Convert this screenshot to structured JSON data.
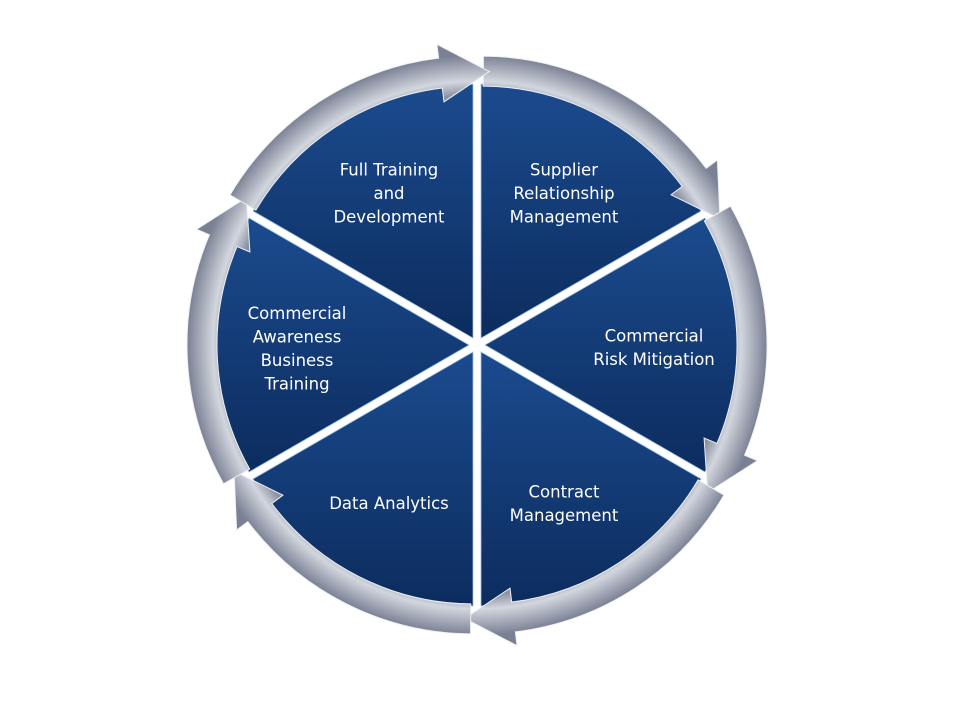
{
  "diagram": {
    "type": "cycle",
    "direction": "clockwise",
    "segments": [
      {
        "id": "supplier-relationship-management",
        "lines": [
          "Supplier",
          "Relationship",
          "Management"
        ]
      },
      {
        "id": "commercial-risk-mitigation",
        "lines": [
          "Commercial",
          "Risk Mitigation"
        ]
      },
      {
        "id": "contract-management",
        "lines": [
          "Contract",
          "Management"
        ]
      },
      {
        "id": "data-analytics",
        "lines": [
          "Data Analytics"
        ]
      },
      {
        "id": "commercial-awareness-business-training",
        "lines": [
          "Commercial",
          "Awareness",
          "Business",
          "Training"
        ]
      },
      {
        "id": "full-training-and-development",
        "lines": [
          "Full Training",
          "and",
          "Development"
        ]
      }
    ],
    "colors": {
      "segment_top": "#1a4a8c",
      "segment_bottom": "#0d2f63",
      "arrow_light": "#c9ced8",
      "arrow_dark": "#7d8496",
      "gap": "#ffffff"
    }
  }
}
